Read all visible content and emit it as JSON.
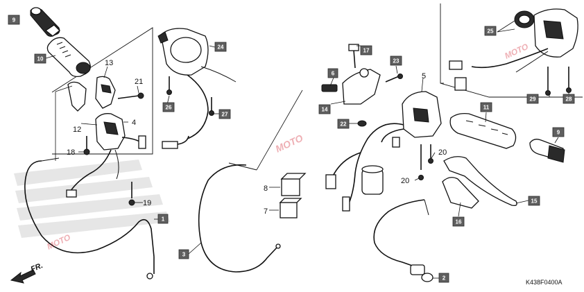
{
  "diagram": {
    "code": "K438F0400A",
    "front_label": "FR.",
    "watermark": "MOTO",
    "parts": {
      "p1": "1",
      "p2": "2",
      "p3": "3",
      "p4": "4",
      "p5": "5",
      "p6": "6",
      "p7": "7",
      "p8": "8",
      "p9a": "9",
      "p9b": "9",
      "p10": "10",
      "p11": "11",
      "p12": "12",
      "p13": "13",
      "p14": "14",
      "p15": "15",
      "p16": "16",
      "p17": "17",
      "p18": "18",
      "p19": "19",
      "p20a": "20",
      "p20b": "20",
      "p21": "21",
      "p22": "22",
      "p23": "23",
      "p24": "24",
      "p25": "25",
      "p26": "26",
      "p27": "27",
      "p28": "28",
      "p29": "29"
    }
  }
}
